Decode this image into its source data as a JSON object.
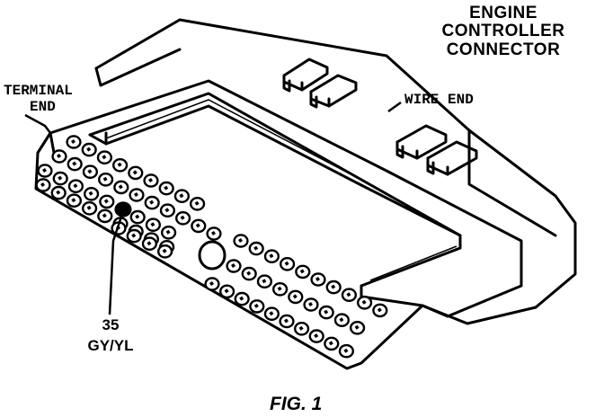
{
  "title": {
    "line1": "ENGINE",
    "line2": "CONTROLLER",
    "line3": "CONNECTOR"
  },
  "callouts": {
    "terminal_end_line1": "TERMINAL",
    "terminal_end_line2": "END",
    "wire_end": "WIRE END"
  },
  "highlighted_pin": {
    "number": "35",
    "wire_color": "GY/YL"
  },
  "caption": "FIG. 1",
  "colors": {
    "ink": "#000000",
    "paper": "#ffffff"
  }
}
